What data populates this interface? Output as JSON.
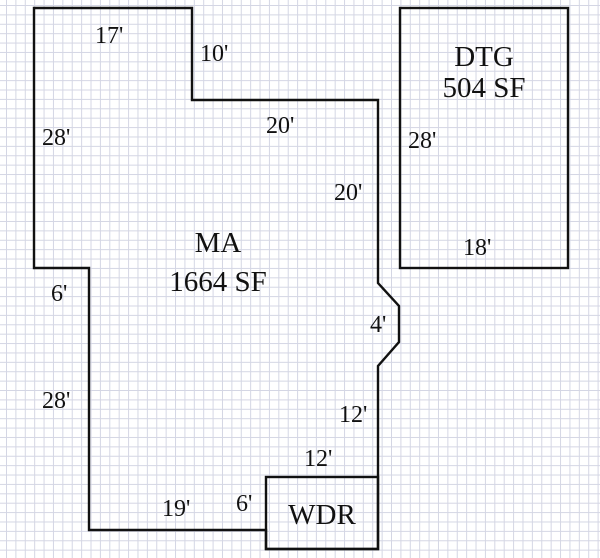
{
  "plan": {
    "grid_color": "#d4d6e4",
    "line_color": "#111111",
    "rooms": [
      {
        "code": "MA",
        "area": "1664 SF"
      },
      {
        "code": "DTG",
        "area": "504 SF"
      },
      {
        "code": "WDR"
      }
    ],
    "dimensions": {
      "ma_top_left": "17'",
      "ma_notch_vertical": "10'",
      "ma_top_right": "20'",
      "ma_right_upper": "20'",
      "ma_left_upper": "28'",
      "ma_left_step": "6'",
      "ma_left_lower": "28'",
      "ma_bay": "4'",
      "ma_right_lower": "12'",
      "wdr_top": "12'",
      "wdr_left": "6'",
      "ma_bottom": "19'",
      "dtg_side": "28'",
      "dtg_bottom": "18'"
    }
  }
}
